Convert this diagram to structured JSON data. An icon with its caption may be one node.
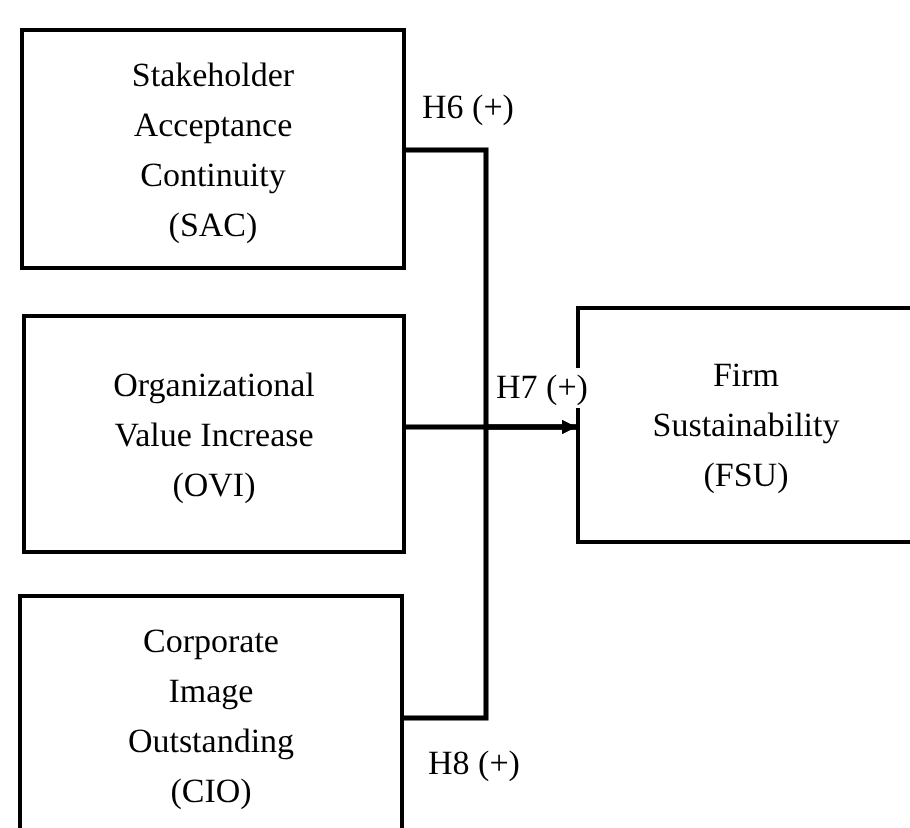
{
  "diagram": {
    "nodes": [
      {
        "text": [
          "Stakeholder Acceptance Continuity (SAC)"
        ]
      },
      {
        "text": [
          "Organizational Value Increase (OVI)"
        ]
      },
      {
        "text": [
          "Corporate Image Outstanding (CIO)"
        ]
      },
      {
        "text": [
          "Firm Sustainability (FSU)"
        ]
      }
    ],
    "edges": [
      {
        "from": 0,
        "to": 3,
        "arrow": "to",
        "label": "H6 (+)"
      },
      {
        "from": 1,
        "to": 3,
        "arrow": "to",
        "label": "H7 (+)"
      },
      {
        "from": 2,
        "to": 3,
        "arrow": "to",
        "label": "H8 (+)"
      }
    ]
  }
}
